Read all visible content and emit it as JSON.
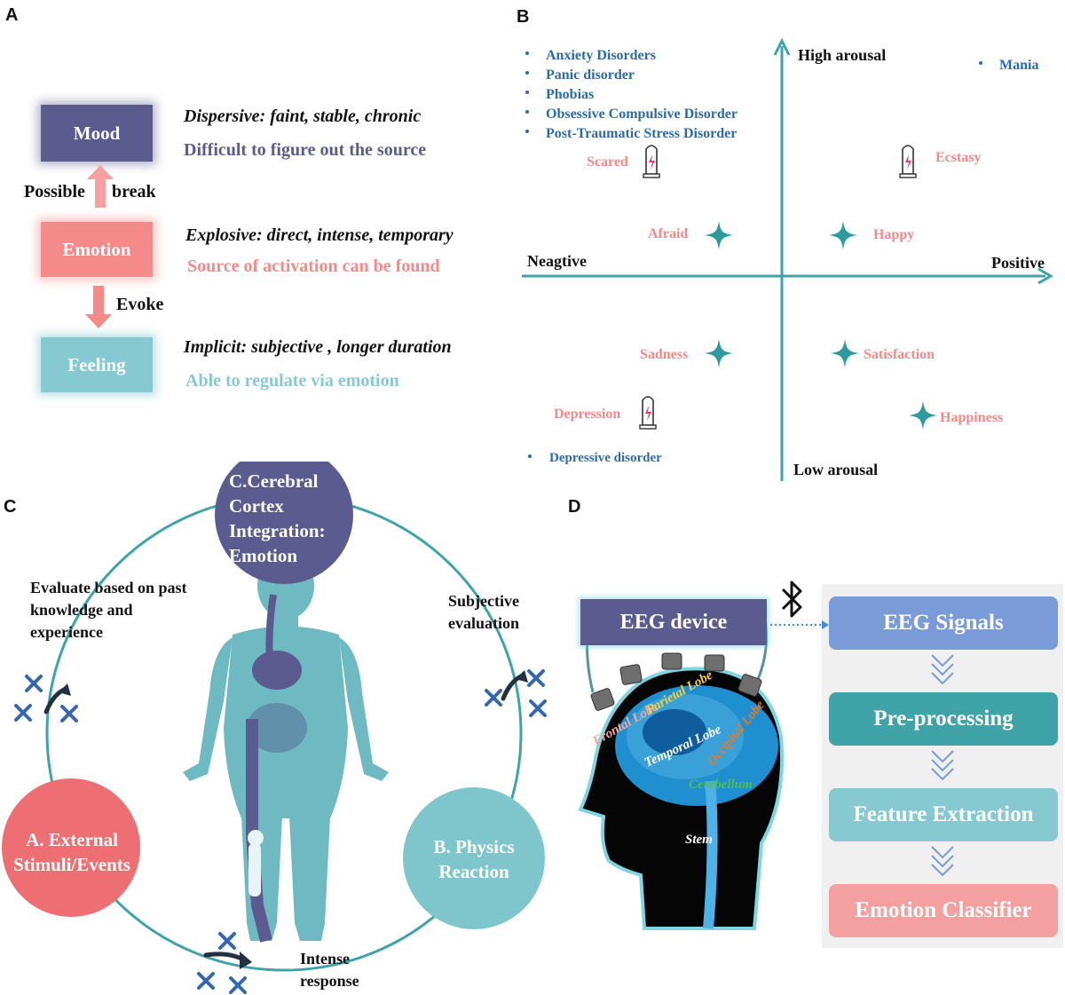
{
  "panels": {
    "a": "A",
    "b": "B",
    "c": "C",
    "d": "D"
  },
  "panel_a": {
    "mood": {
      "label": "Mood",
      "line1": "Dispersive: faint, stable, chronic",
      "line2": "Difficult to figure out the source"
    },
    "arrow_up": {
      "left": "Possible",
      "right": "break"
    },
    "emotion": {
      "label": "Emotion",
      "line1": "Explosive: direct, intense, temporary",
      "line2": "Source of activation can be found"
    },
    "arrow_down": {
      "label": "Evoke"
    },
    "feeling": {
      "label": "Feeling",
      "line1": "Implicit: subjective , longer duration",
      "line2": "Able to regulate via emotion"
    },
    "colors": {
      "mood": "#5b5b8f",
      "emotion": "#f48a8a",
      "feeling": "#86c9d1"
    }
  },
  "panel_b": {
    "axes": {
      "top": "High arousal",
      "bottom": "Low arousal",
      "left": "Neagtive",
      "right": "Positive"
    },
    "disorders_top_left": [
      "Anxiety Disorders",
      "Panic disorder",
      "Phobias",
      "Obsessive Compulsive Disorder",
      "Post-Traumatic Stress Disorder"
    ],
    "disorder_top_right": "Mania",
    "disorder_bottom_left": "Depressive disorder",
    "emotions": {
      "scared": "Scared",
      "ecstasy": "Ecstasy",
      "afraid": "Afraid",
      "happy": "Happy",
      "sadness": "Sadness",
      "satisfaction": "Satisfaction",
      "depression": "Depression",
      "happiness": "Happiness"
    },
    "colors": {
      "axis": "#3fa3a8",
      "disorder": "#2e6aa6",
      "emotion": "#f08a8a",
      "star": "#2f9a9c"
    }
  },
  "panel_c": {
    "cortex": "C.Cerebral Cortex Integration: Emotion",
    "external": "A. External Stimuli/Events",
    "physics": "B. Physics Reaction",
    "evaluate": "Evaluate based on past knowledge and experience",
    "subjective": "Subjective evaluation",
    "intense": "Intense response",
    "colors": {
      "ring": "#3fa3a8",
      "cortex": "#5b5b8f",
      "external": "#ee6f73",
      "physics": "#7fc6cc",
      "body": "#6fb9c2",
      "cross": "#3566b0"
    }
  },
  "panel_d": {
    "eeg_device": "EEG device",
    "lobes": {
      "frontal": "Frontal Lobe",
      "parietal": "Parietal Lobe",
      "temporal": "Temporal Lobe",
      "occipital": "Occipital Lobe",
      "cerebellum": "Cerebellum",
      "stem": "Stem"
    },
    "pipeline": [
      "EEG Signals",
      "Pre-processing",
      "Feature Extraction",
      "Emotion Classifier"
    ],
    "bluetooth_icon": "bluetooth-icon",
    "colors": {
      "device": "#5b5b8f",
      "signals": "#7a9bd8",
      "preproc": "#3fa3a8",
      "feature": "#86c9d1",
      "classifier": "#f4a0a0",
      "brain": "#3aa0d8"
    }
  }
}
